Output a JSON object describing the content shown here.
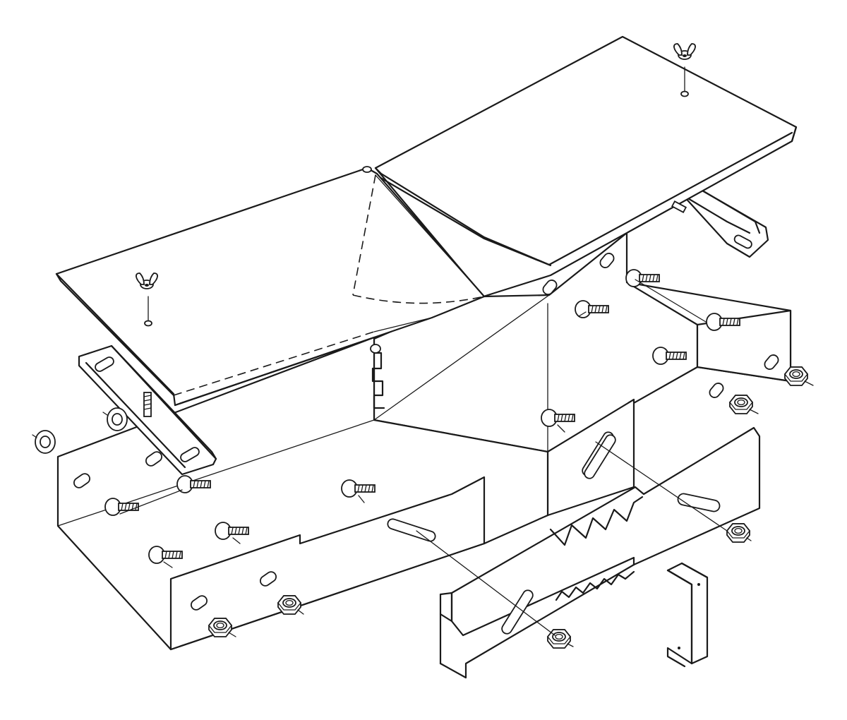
{
  "diagram": {
    "kind": "exploded-assembly-line-drawing",
    "colors": {
      "line": "#1a1a1a",
      "fill": "#ffffff",
      "background": "#ffffff"
    },
    "parts": [
      "left-lid",
      "right-lid",
      "left-base-tray",
      "right-base-tray",
      "left-mounting-rail",
      "right-mounting-rail",
      "front-side-panel",
      "z-bracket",
      "wing-nut",
      "carriage-bolt",
      "hex-flange-nut",
      "washer"
    ]
  }
}
